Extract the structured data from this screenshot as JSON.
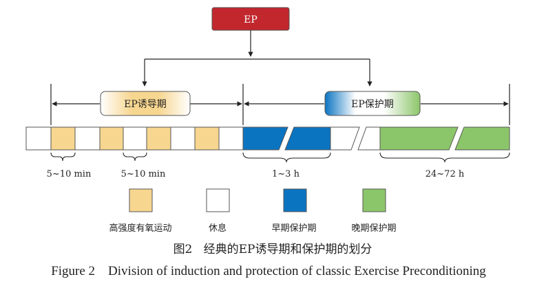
{
  "top_box": {
    "label": "EP"
  },
  "phases": {
    "induction": "EP诱导期",
    "protection": "EP保护期"
  },
  "durations": {
    "exercise": "5~10 min",
    "rest": "5~10 min",
    "early": "1~3 h",
    "late": "24~72 h"
  },
  "legend": [
    {
      "label": "高强度有氧运动"
    },
    {
      "label": "休息"
    },
    {
      "label": "早期保护期"
    },
    {
      "label": "晚期保护期"
    }
  ],
  "caption": {
    "cn": "图2   经典的EP诱导期和保护期的划分",
    "en": "Figure 2    Division of induction and protection of classic Exercise Preconditioning"
  },
  "colors": {
    "ep_red": "#c1272d",
    "exercise_yellow": "#f7d68f",
    "early_blue": "#0b74c1",
    "late_green": "#8cc66a"
  }
}
